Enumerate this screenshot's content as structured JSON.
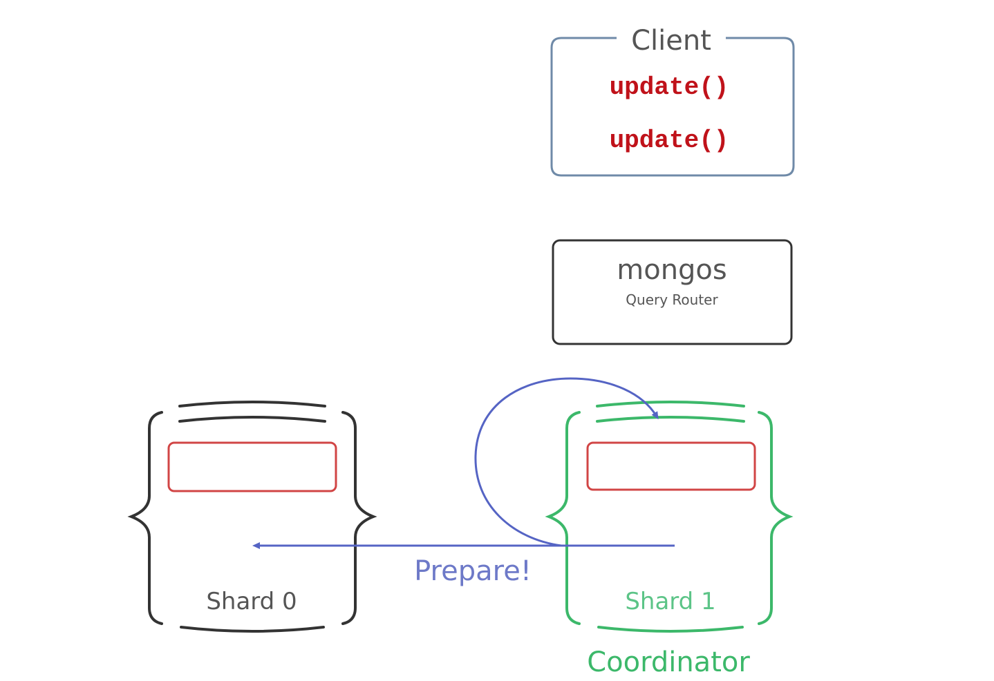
{
  "client": {
    "title": "Client",
    "calls": [
      "update()",
      "update()"
    ]
  },
  "router": {
    "title": "mongos",
    "subtitle": "Query Router"
  },
  "shards": [
    {
      "label": "Shard 0"
    },
    {
      "label": "Shard 1",
      "role": "Coordinator"
    }
  ],
  "message": {
    "label": "Prepare!"
  },
  "colors": {
    "client_border": "#6f8aa8",
    "call_text": "#c0121a",
    "router_border": "#333333",
    "shard0": "#333333",
    "shard1": "#3cb86a",
    "red_box": "#d14545",
    "arrow": "#5564c4",
    "text_gray": "#555555"
  }
}
